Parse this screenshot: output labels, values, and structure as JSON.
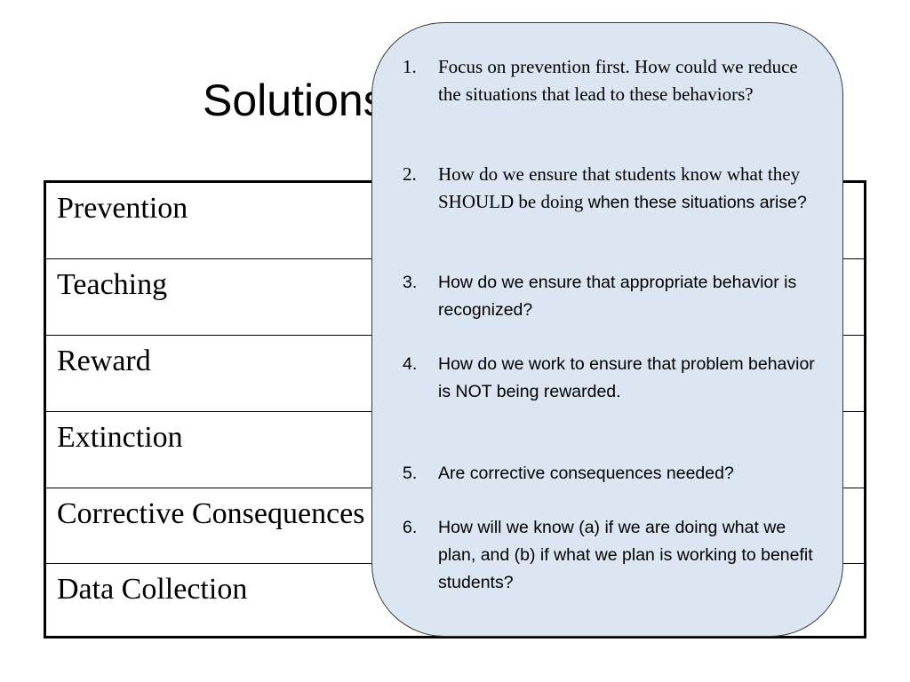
{
  "slide": {
    "title": "Solutions"
  },
  "table": {
    "rows": [
      {
        "label": "Prevention"
      },
      {
        "label": "Teaching"
      },
      {
        "label": "Reward"
      },
      {
        "label": "Extinction"
      },
      {
        "label": "Corrective Consequences"
      },
      {
        "label": "Data Collection"
      }
    ]
  },
  "callout": {
    "questions": [
      {
        "number": "1.",
        "text": "Focus on prevention first.  How could we reduce the situations that lead to these behaviors?"
      },
      {
        "number": "2.",
        "text_serif": "How do we ensure that students know what they SHOULD be doing",
        "text_sans": " when these situations arise?"
      },
      {
        "number": "3.",
        "text": "How do we ensure that appropriate behavior is recognized?"
      },
      {
        "number": "4.",
        "text": "How do we work to ensure that problem behavior is NOT being rewarded."
      },
      {
        "number": "5.",
        "text": "Are corrective consequences needed?"
      },
      {
        "number": "6.",
        "text": "How will we know (a) if we are doing what we plan, and (b) if what we plan is working to benefit students?"
      }
    ]
  }
}
